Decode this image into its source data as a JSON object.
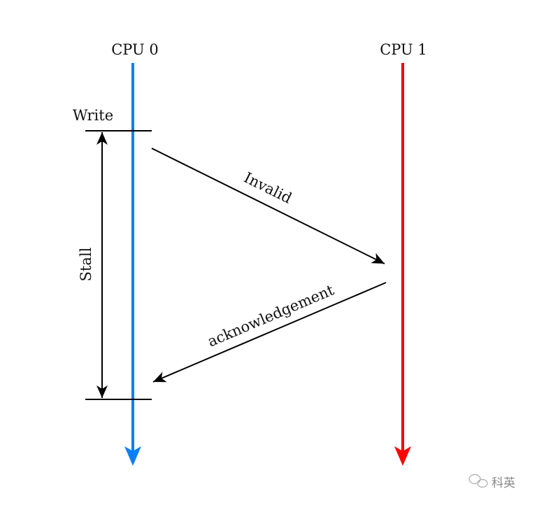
{
  "diagram": {
    "cpu0_label": "CPU 0",
    "cpu1_label": "CPU 1",
    "write_label": "Write",
    "stall_label": "Stall",
    "invalid_label": "Invalid",
    "ack_label": "acknowledgement",
    "colors": {
      "cpu0": "#0a7ff5",
      "cpu1": "#ff0000",
      "arrows": "#000000"
    }
  },
  "watermark": {
    "text": "科英",
    "icon": "wechat-icon"
  }
}
